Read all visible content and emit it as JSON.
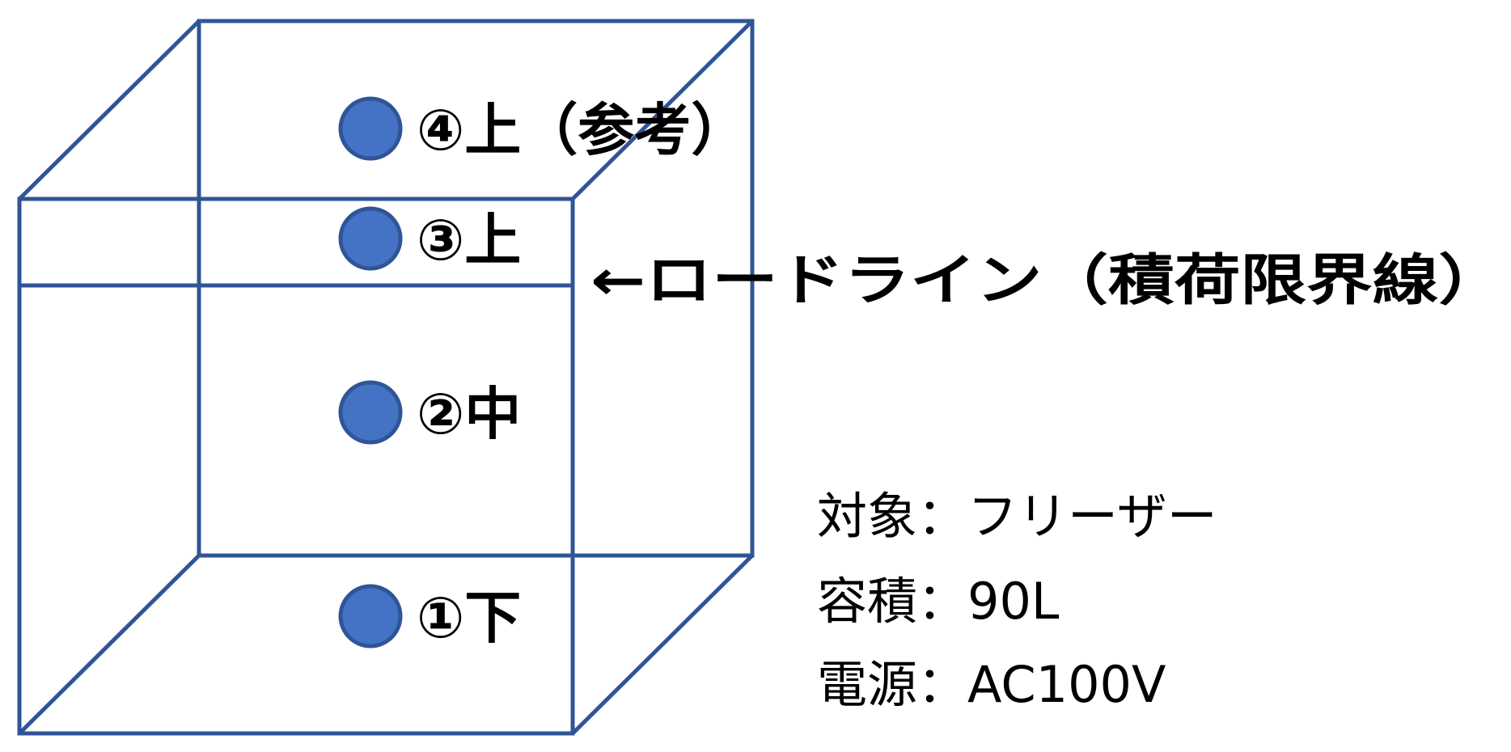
{
  "colors": {
    "box_line": "#2f5597",
    "marker_fill": "#4472c4",
    "marker_stroke": "#2f5597",
    "text": "#000000"
  },
  "positions": [
    {
      "id": "pos-4",
      "label": "④上（参考）"
    },
    {
      "id": "pos-3",
      "label": "③上"
    },
    {
      "id": "pos-2",
      "label": "②中"
    },
    {
      "id": "pos-1",
      "label": "①下"
    }
  ],
  "load_line": {
    "label": "←ロードライン（積荷限界線）"
  },
  "specs": [
    {
      "key": "対象",
      "sep": "：",
      "value": "フリーザー"
    },
    {
      "key": "容積",
      "sep": "：",
      "value": "90L"
    },
    {
      "key": "電源",
      "sep": "：",
      "value": "AC100V"
    }
  ]
}
